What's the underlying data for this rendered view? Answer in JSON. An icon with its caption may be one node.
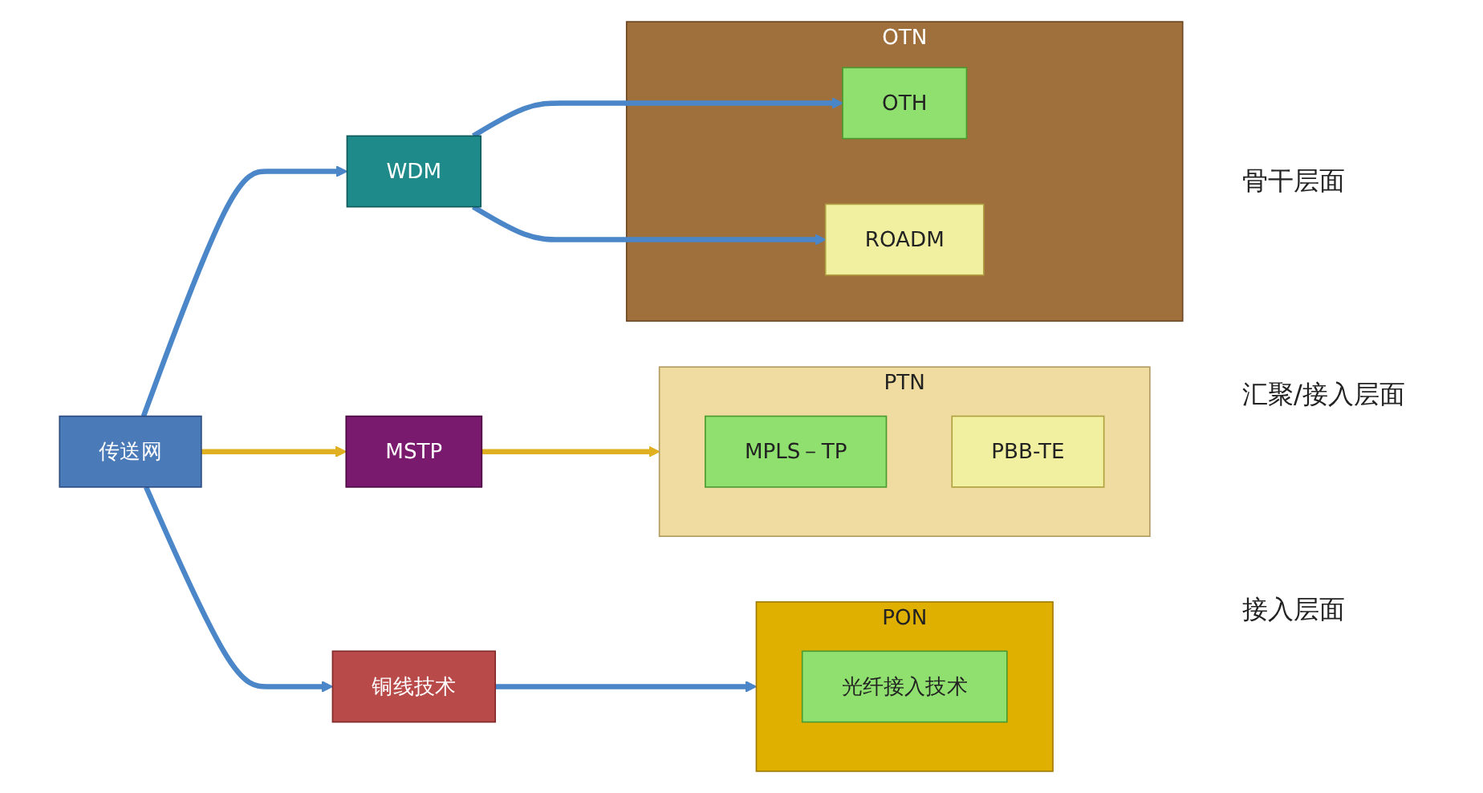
{
  "diagram": {
    "nodes": [
      {
        "text": [
          "传送网"
        ]
      },
      {
        "text": [
          "WDM"
        ]
      },
      {
        "text": [
          "OTN"
        ]
      },
      {
        "text": [
          "OTH"
        ],
        "in": 2
      },
      {
        "text": [
          "ROADM"
        ],
        "in": 2
      },
      {
        "text": [
          "MSTP"
        ]
      },
      {
        "text": [
          "PTN"
        ]
      },
      {
        "text": [
          "MPLS－TP"
        ],
        "in": 6
      },
      {
        "text": [
          "PBB-TE"
        ],
        "in": 6
      },
      {
        "text": [
          "铜线技术"
        ]
      },
      {
        "text": [
          "PON"
        ]
      },
      {
        "text": [
          "光纤接入技术"
        ],
        "in": 10
      }
    ],
    "edges": [
      {
        "from": 0,
        "to": 1,
        "arrow": "to"
      },
      {
        "from": 0,
        "to": 5,
        "arrow": "to",
        "color": "#e0b020"
      },
      {
        "from": 0,
        "to": 9,
        "arrow": "to"
      },
      {
        "from": 1,
        "to": 3,
        "arrow": "to"
      },
      {
        "from": 1,
        "to": 4,
        "arrow": "to"
      },
      {
        "from": 5,
        "to": 6,
        "arrow": "to",
        "color": "#e0b020"
      },
      {
        "from": 9,
        "to": 10,
        "arrow": "to"
      }
    ],
    "labels": [
      "骨干层面",
      "汇聚/接入层面",
      "接入层面"
    ]
  }
}
